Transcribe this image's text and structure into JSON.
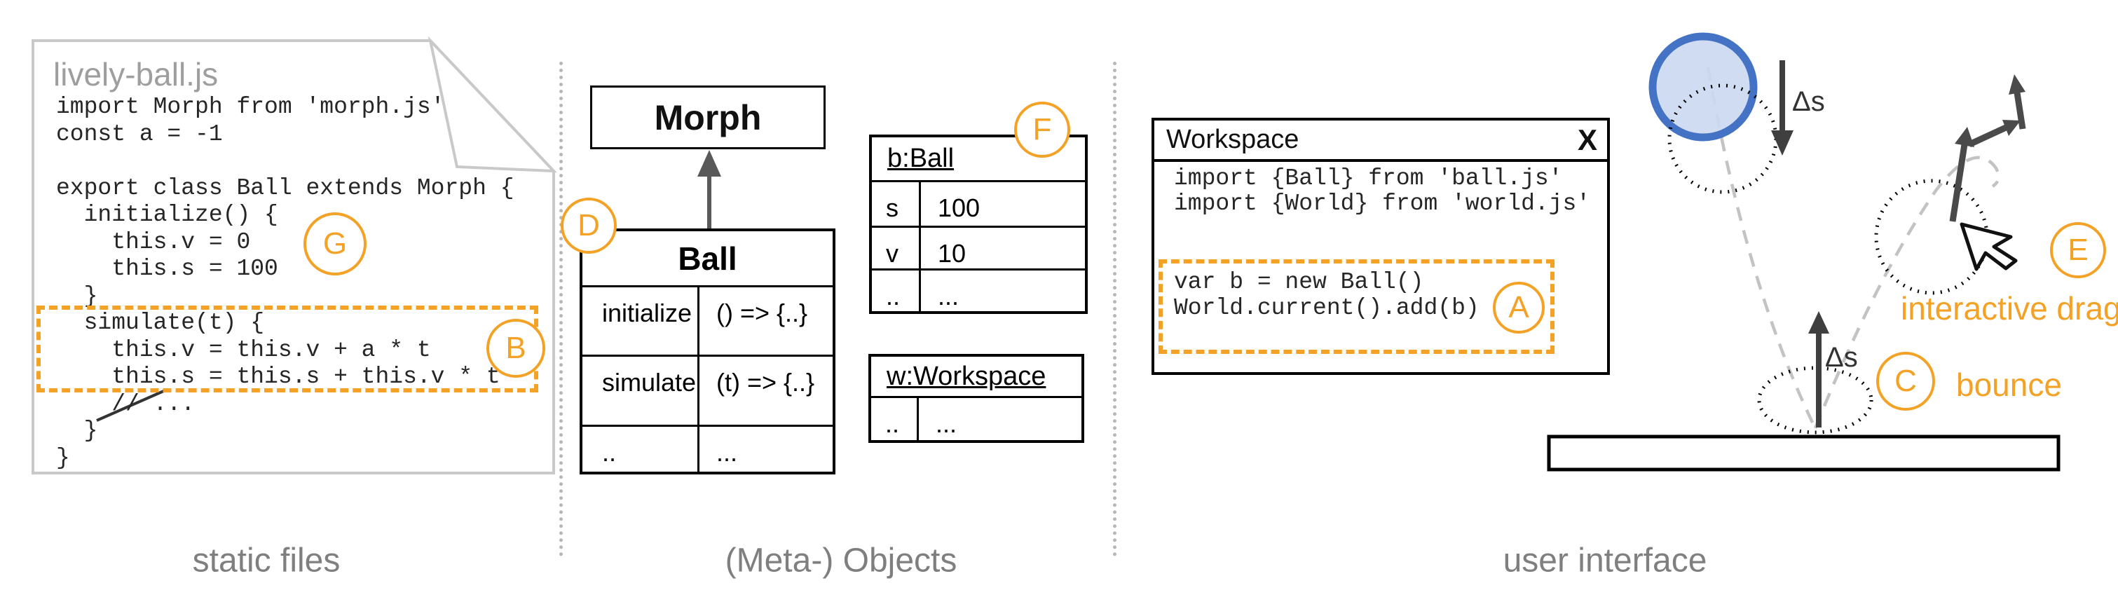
{
  "colors": {
    "accent_orange": "#F3A226",
    "ball_stroke_blue": "#4472C4",
    "ball_fill_blue": "#CCD9F0",
    "label_gray": "#7F7F7F",
    "arrow_gray": "#595959"
  },
  "file_panel": {
    "filename": "lively-ball.js",
    "code": "import Morph from 'morph.js'\nconst a = -1\n\nexport class Ball extends Morph {\n  initialize() {\n    this.v = 0\n    this.s = 100\n  }\n  simulate(t) {\n    this.v = this.v + a * t\n    this.s = this.s + this.v * t\n    // ...\n  }\n}",
    "label": "static files",
    "badge_g": "G",
    "badge_b": "B"
  },
  "meta_panel": {
    "label": "(Meta-) Objects",
    "morph_title": "Morph",
    "badge_d": "D",
    "badge_f": "F",
    "ball_class": {
      "title": "Ball",
      "rows": [
        {
          "k": "initialize",
          "v": "() => {..}"
        },
        {
          "k": "simulate",
          "v": "(t) => {..}"
        },
        {
          "k": "..",
          "v": "..."
        }
      ]
    },
    "b_ball": {
      "title": "b:Ball",
      "rows": [
        {
          "k": "s",
          "v": "100"
        },
        {
          "k": "v",
          "v": "10"
        },
        {
          "k": "..",
          "v": "..."
        }
      ]
    },
    "w_workspace": {
      "title": "w:Workspace",
      "rows": [
        {
          "k": "..",
          "v": "..."
        }
      ]
    }
  },
  "ui_panel": {
    "label": "user interface",
    "window": {
      "title": "Workspace",
      "close": "X",
      "imports": "import {Ball} from 'ball.js'\nimport {World} from 'world.js'",
      "snippet": "var b = new Ball()\nWorld.current().add(b)",
      "badge_a": "A"
    },
    "physics": {
      "delta_top": "Δs",
      "delta_bottom": "Δs",
      "badge_c": "C",
      "bounce_label": "bounce",
      "badge_e": "E",
      "drag_label": "interactive drag"
    }
  }
}
